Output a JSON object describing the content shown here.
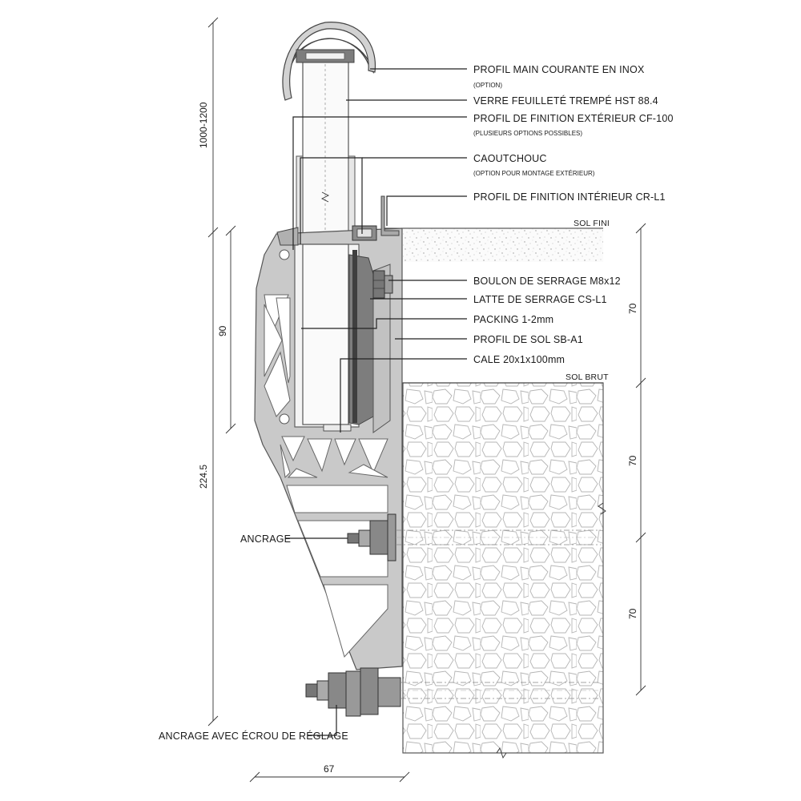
{
  "labels": {
    "handrail": "PROFIL MAIN COURANTE EN INOX",
    "handrail_note": "(OPTION)",
    "glass": "VERRE FEUILLETÉ TREMPÉ HST 88.4",
    "ext_finish": "PROFIL DE FINITION  EXTÉRIEUR CF-100",
    "ext_finish_note": "(PLUSIEURS OPTIONS POSSIBLES)",
    "rubber": "CAOUTCHOUC",
    "rubber_note": "(OPTION POUR MONTAGE EXTÉRIEUR)",
    "int_finish": "PROFIL DE FINITION INTÉRIEUR CR-L1",
    "sol_fini": "SOL FINI",
    "bolt": "BOULON DE SERRAGE M8x12",
    "clamp_lath": "LATTE DE SERRAGE CS-L1",
    "packing": "PACKING 1-2mm",
    "floor_profile": "PROFIL DE SOL SB-A1",
    "shim": "CALE 20x1x100mm",
    "sol_brut": "SOL BRUT",
    "anchor": "ANCRAGE",
    "anchor_adjust": "ANCRAGE AVEC ÉCROU DE RÉGLAGE"
  },
  "dimensions": {
    "height_range": "1000-1200",
    "clamp_depth": "90",
    "total_height": "224.5",
    "width": "67",
    "spacing_1": "70",
    "spacing_2": "70",
    "spacing_3": "70"
  }
}
